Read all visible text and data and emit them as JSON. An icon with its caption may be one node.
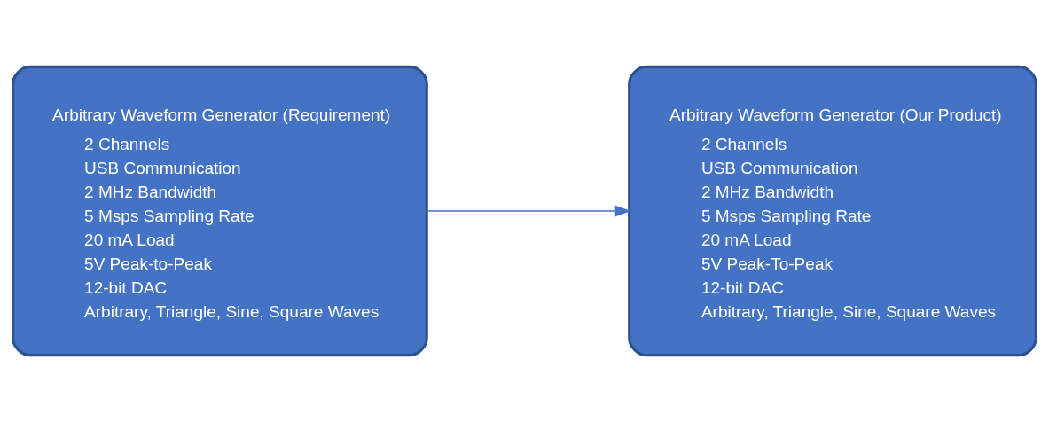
{
  "diagram": {
    "nodes": [
      {
        "text": [
          "Arbitrary Waveform Generator (Requirement)",
          "2 Channels",
          "USB Communication",
          "2 MHz Bandwidth",
          "5 Msps Sampling Rate",
          "20 mA Load",
          "5V Peak-to-Peak",
          "12-bit DAC",
          "Arbitrary, Triangle, Sine, Square Waves"
        ]
      },
      {
        "text": [
          "Arbitrary Waveform Generator (Our Product)",
          "2 Channels",
          "USB Communication",
          "2 MHz Bandwidth",
          "5 Msps Sampling Rate",
          "20 mA Load",
          "5V Peak-To-Peak",
          "12-bit DAC",
          "Arbitrary, Triangle, Sine, Square Waves"
        ]
      }
    ],
    "edges": [
      {
        "from": 0,
        "to": 1,
        "arrow": "to"
      }
    ]
  }
}
